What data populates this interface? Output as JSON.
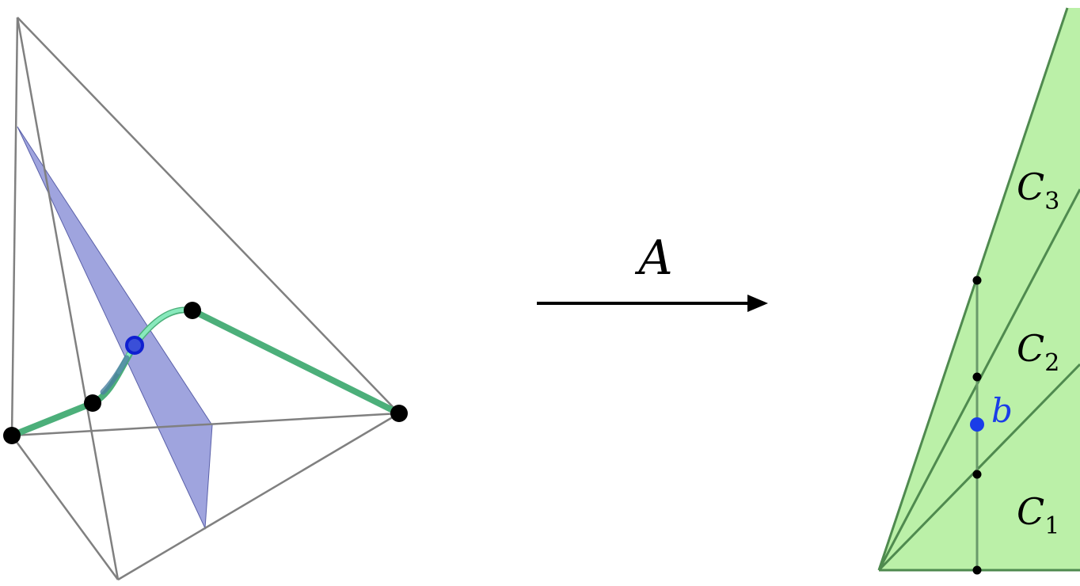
{
  "map_label": "A",
  "point_label": "b",
  "cones": [
    {
      "name": "C",
      "sub": "3"
    },
    {
      "name": "C",
      "sub": "2"
    },
    {
      "name": "C",
      "sub": "1"
    }
  ],
  "colors": {
    "edge": "#808080",
    "plane": "#7f86d3",
    "path": "#4caf7a",
    "path_highlight": "#8ff0c3",
    "vertex": "#000000",
    "point": "#1a3de8",
    "cone_fill": "#bbf0a8",
    "cone_line": "#4f8a4f",
    "arrow": "#000000"
  }
}
